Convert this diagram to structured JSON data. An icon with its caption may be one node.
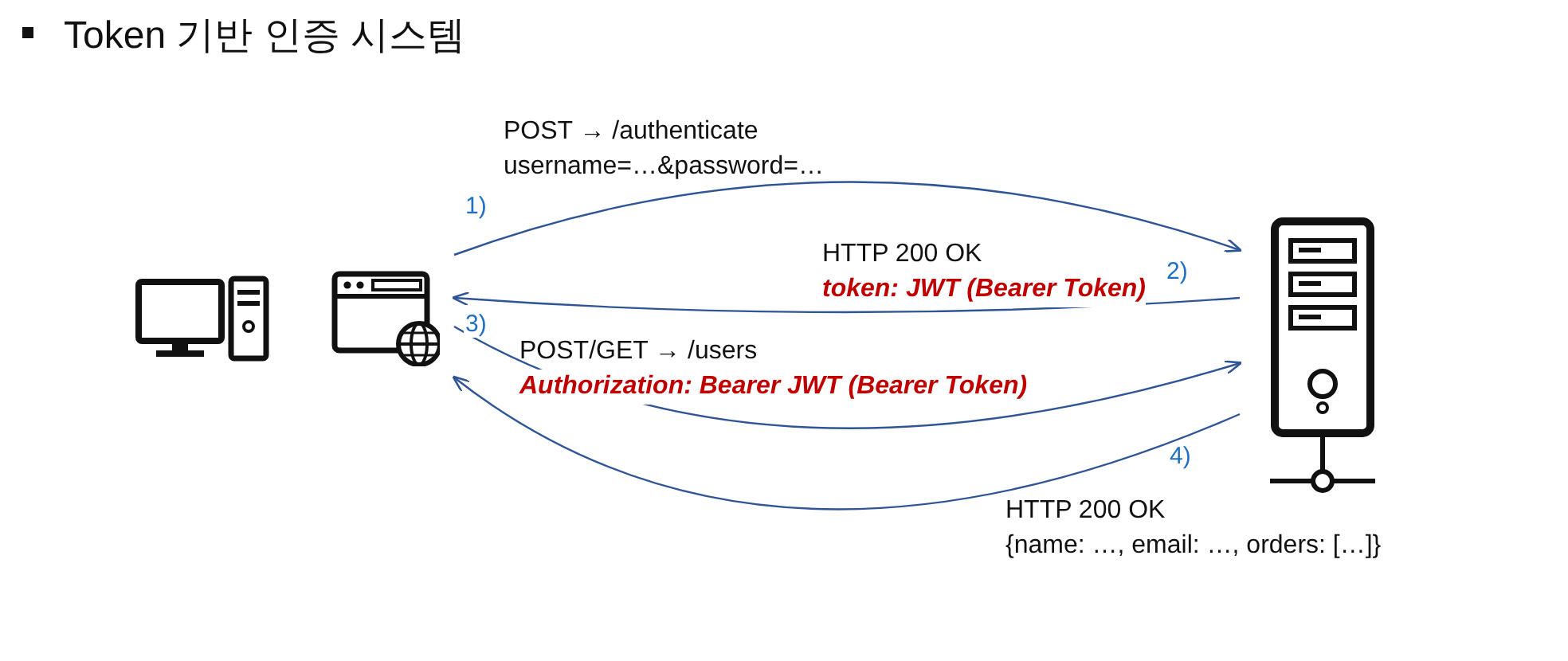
{
  "diagram": {
    "title": "Token 기반 인증 시스템",
    "nodes": [
      {
        "text": [],
        "shape": "picture"
      },
      {
        "text": [],
        "shape": "picture"
      }
    ],
    "edges": [
      {
        "from": 0,
        "to": 1,
        "arrow": "to",
        "label": "1)"
      },
      {
        "from": 1,
        "to": 0,
        "arrow": "to",
        "label": "2)"
      },
      {
        "from": 0,
        "to": 1,
        "arrow": "to",
        "label": "3)"
      },
      {
        "from": 1,
        "to": 0,
        "arrow": "to",
        "label": "4)"
      }
    ],
    "labels": [
      "POST → /authenticate username=…&password=…",
      "HTTP 200 OK",
      "token: JWT (Bearer Token)",
      "POST/GET → /users",
      "Authorization: Bearer JWT (Bearer Token)",
      "HTTP 200 OK",
      "{name: …, email: …, orders: […]}"
    ]
  }
}
